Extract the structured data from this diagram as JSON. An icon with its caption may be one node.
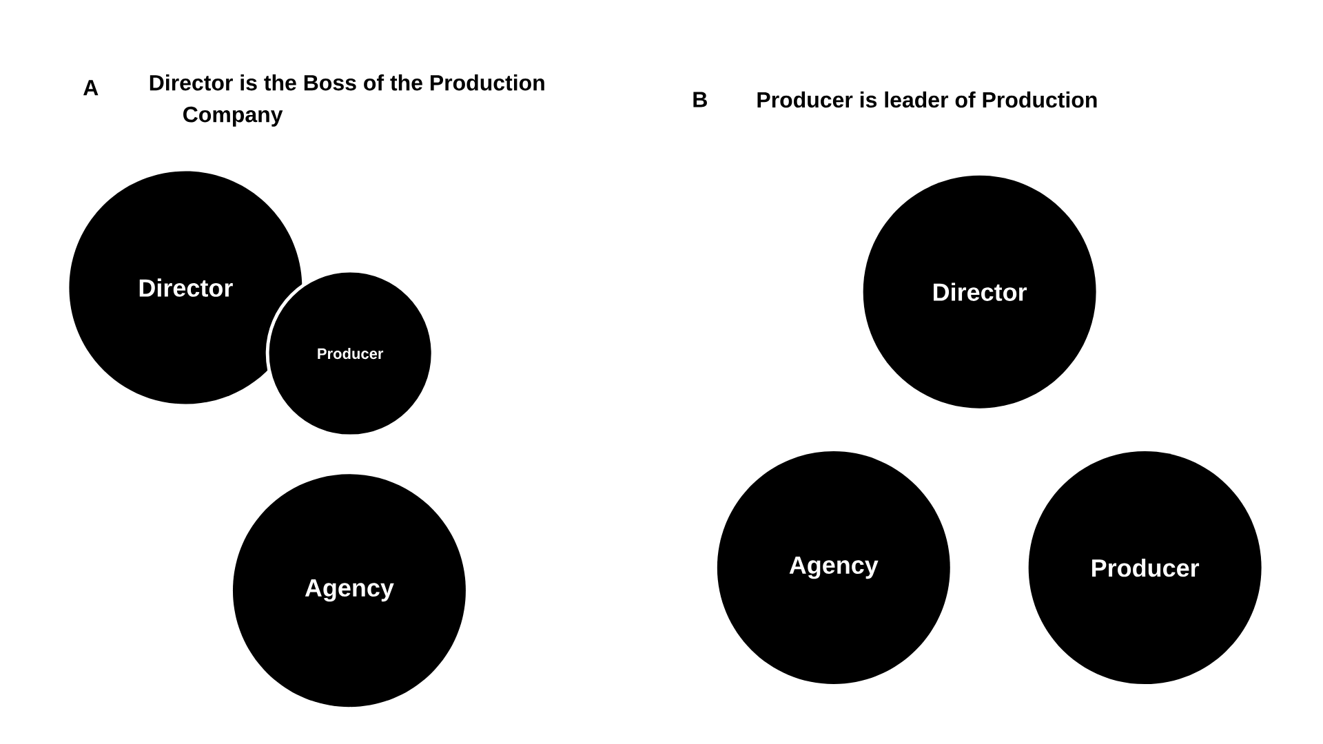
{
  "diagram": {
    "nodes": [
      {
        "text": [
          "Director"
        ]
      },
      {
        "text": [
          "Producer"
        ]
      },
      {
        "text": [
          "Agency"
        ]
      },
      {
        "text": [
          "Director"
        ]
      },
      {
        "text": [
          "Agency"
        ]
      },
      {
        "text": [
          "Producer"
        ]
      }
    ],
    "labels": [
      "A",
      "Director is the Boss of the Production Company",
      "B",
      "Producer is leader of Production"
    ]
  }
}
